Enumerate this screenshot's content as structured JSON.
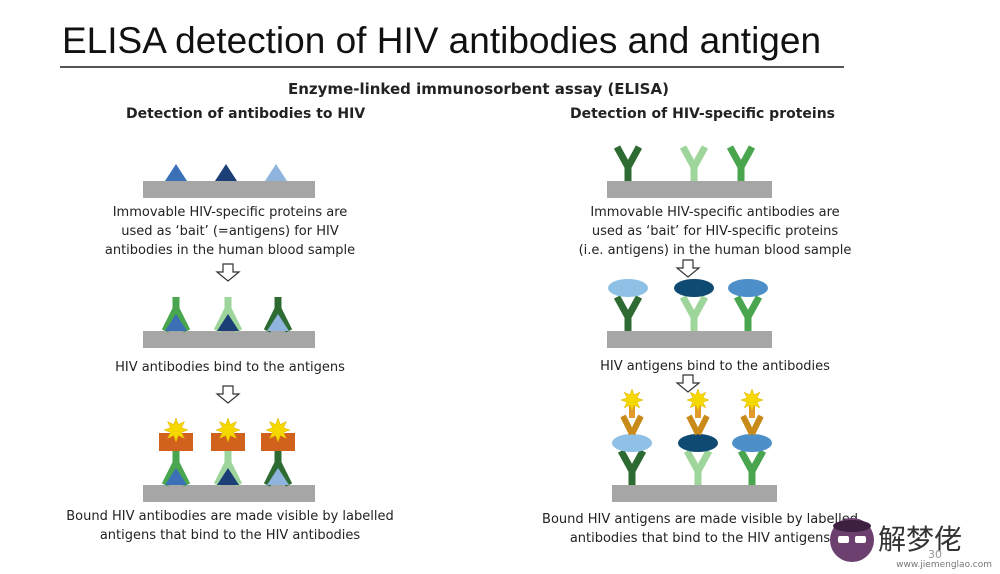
{
  "title": "ELISA detection of HIV antibodies and antigen",
  "subtitle": "Enzyme-linked immunosorbent assay (ELISA)",
  "left_panel": {
    "heading": "Detection of antibodies to HIV",
    "step1_lines": [
      "Immovable HIV-specific proteins are",
      "used as ‘bait’ (=antigens) for HIV",
      "antibodies in the human blood sample"
    ],
    "step2_lines": [
      "HIV antibodies bind to the antigens"
    ],
    "step3_lines": [
      "Bound HIV antibodies are made visible by labelled",
      "antigens that bind to the HIV antibodies"
    ]
  },
  "right_panel": {
    "heading": "Detection of HIV-specific proteins",
    "step1_lines": [
      "Immovable HIV-specific antibodies are",
      "used as ‘bait’ for HIV-specific proteins",
      "(i.e. antigens) in the human blood sample"
    ],
    "step2_lines": [
      "HIV antigens bind to the antibodies"
    ],
    "step3_lines": [
      "Bound HIV antigens are made visible by labelled",
      "antibodies that bind to the HIV antigens"
    ]
  },
  "watermark": {
    "brand": "解梦佬",
    "url": "www.jiemenglao.com",
    "page": "30"
  },
  "colors": {
    "plate": "#a6a6a6",
    "antibody_dark": "#2e6b33",
    "antibody_mid": "#4aa54f",
    "antibody_light": "#9ed59a",
    "antigen_blue": "#3b6fb6",
    "antigen_navy": "#1d3f78",
    "antigen_light": "#8fb4de",
    "label_orange": "#d1621d",
    "label_yellow": "#f5d800",
    "ant_light_blue": "#8fc0e6",
    "ant_dark_blue": "#0f4a72",
    "ant_mid_blue": "#4c8fc9"
  }
}
